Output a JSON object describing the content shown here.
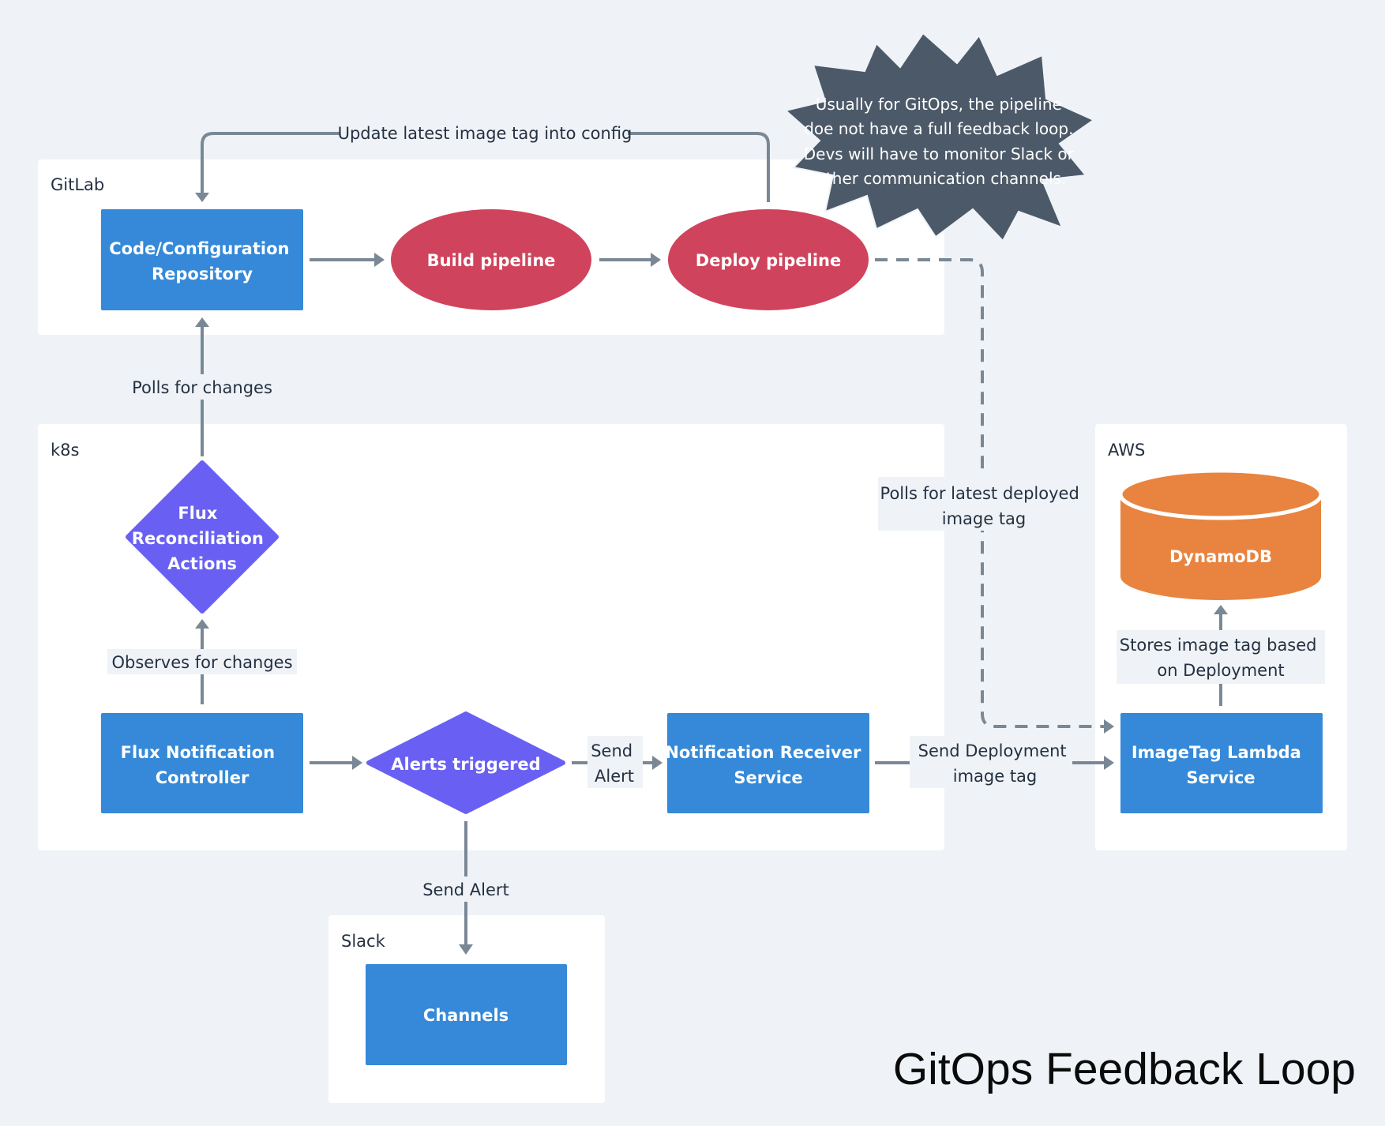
{
  "title": "GitOps Feedback Loop",
  "colors": {
    "background": "#eff3f7",
    "group_fill": "#ffffff",
    "process_blue": "#3589d8",
    "pipeline_red": "#d0435c",
    "decision_purple": "#6960f3",
    "database_orange": "#e8843f",
    "note_slate": "#4c5968",
    "edge_gray": "#7a8896"
  },
  "groups": {
    "gitlab": "GitLab",
    "k8s": "k8s",
    "aws": "AWS",
    "slack": "Slack"
  },
  "nodes": {
    "repo": [
      "Code/Configuration",
      "Repository"
    ],
    "build": [
      "Build pipeline"
    ],
    "deploy": [
      "Deploy pipeline"
    ],
    "flux_reconcile": [
      "Flux",
      "Reconciliation",
      "Actions"
    ],
    "flux_notification": [
      "Flux Notification",
      "Controller"
    ],
    "alerts": [
      "Alerts triggered"
    ],
    "notification_receiver": [
      "Notification Receiver",
      "Service"
    ],
    "dynamodb": [
      "DynamoDB"
    ],
    "lambda": [
      "ImageTag Lambda",
      "Service"
    ],
    "channels": [
      "Channels"
    ]
  },
  "edges": {
    "update_config": [
      "Update latest image tag into config"
    ],
    "polls_changes": [
      "Polls for changes"
    ],
    "observes_changes": [
      "Observes for changes"
    ],
    "send_alert_receiver": [
      "Send",
      "Alert"
    ],
    "send_deployment_tag": [
      "Send Deployment",
      "image tag"
    ],
    "polls_latest": [
      "Polls for latest deployed",
      "image tag"
    ],
    "stores_tag": [
      "Stores image tag based",
      "on Deployment"
    ],
    "send_alert_slack": [
      "Send Alert"
    ]
  },
  "note": [
    "Usually for GitOps, the pipeline",
    "doe not have a full feedback loop.",
    "Devs will have to monitor Slack or",
    "other communication channels."
  ],
  "icons": {
    "arrow": "arrowhead-icon",
    "note_shape": "starburst-icon",
    "database_shape": "cylinder-icon"
  }
}
